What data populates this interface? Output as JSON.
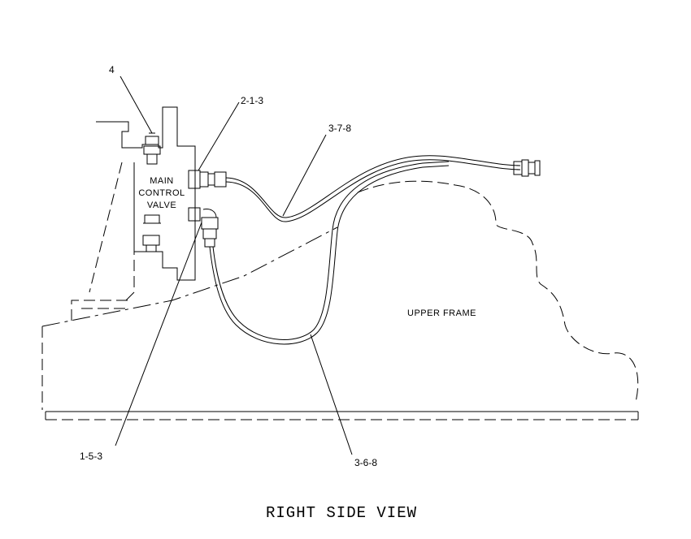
{
  "callouts": {
    "c4": "4",
    "c213": "2-1-3",
    "c378": "3-7-8",
    "c153": "1-5-3",
    "c368": "3-6-8"
  },
  "valve_label": {
    "line1": "MAIN",
    "line2": "CONTROL",
    "line3": "VALVE"
  },
  "frame_label": "UPPER FRAME",
  "view_title": "RIGHT SIDE VIEW"
}
